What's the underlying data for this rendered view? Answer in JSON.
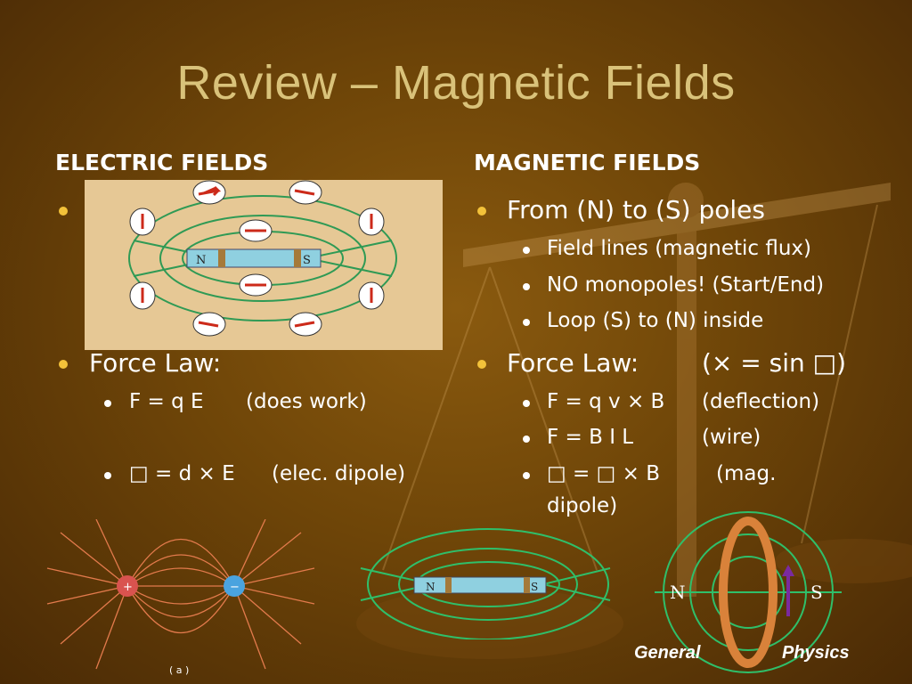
{
  "slide": {
    "title": "Review – Magnetic Fields",
    "left": {
      "heading": "ELECTRIC FIELDS",
      "force_law": "Force Law:",
      "eq1": "F = q E",
      "eq1_note": "(does work)",
      "eq2": "□ = d × E",
      "eq2_note": "(elec. dipole)"
    },
    "right": {
      "heading": "MAGNETIC FIELDS",
      "b1": "From (N) to (S) poles",
      "sub1": "Field lines (magnetic flux)",
      "sub2": "NO monopoles! (Start/End)",
      "sub3": "Loop (S) to (N) inside",
      "force_law": "Force Law:",
      "force_note": "(× = sin □)",
      "eq1": "F = q v × B",
      "eq1_note": "(deflection)",
      "eq2": "F = B I L",
      "eq2_note": "(wire)",
      "eq3": "□ = □ × B",
      "eq3_note": "(mag.",
      "eq3_note2": "dipole)"
    },
    "magnet_labels": {
      "n": "N",
      "s": "S"
    },
    "loop_labels": {
      "n": "N",
      "s": "S"
    },
    "charge_labels": {
      "plus": "+",
      "minus": "−"
    },
    "caption": "( a )",
    "brand_left": "General",
    "brand_right": "Physics"
  },
  "colors": {
    "accent": "#f3c23a",
    "title": "#d9c27a",
    "field_line": "#2f9a55",
    "arrow": "#cc2a1a"
  }
}
